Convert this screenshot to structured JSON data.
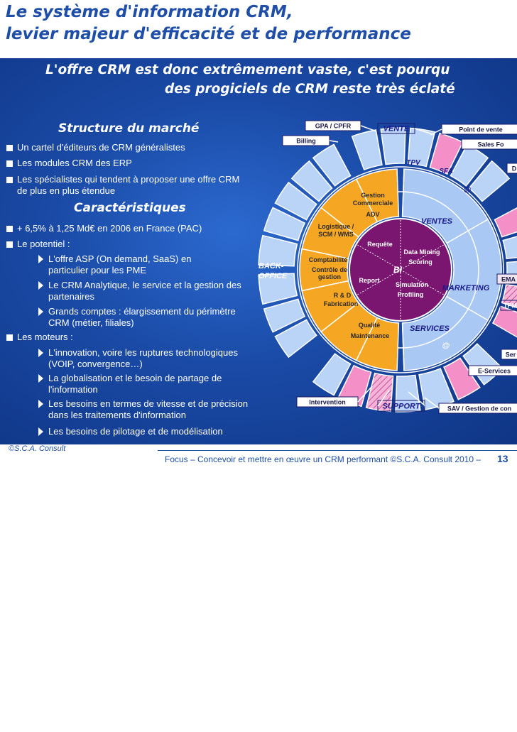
{
  "title": {
    "line1": "Le système d'information CRM,",
    "line2": "levier majeur d'efficacité et de performance"
  },
  "headline": {
    "line1": "L'offre CRM est donc extrêmement vaste, c'est pourqu",
    "line2": "des progiciels de CRM reste très éclaté"
  },
  "structure": {
    "heading": "Structure du marché",
    "items": [
      "Un cartel d'éditeurs de CRM généralistes",
      "Les modules CRM des ERP",
      "Les spécialistes qui tendent à proposer une offre CRM de plus en plus étendue"
    ]
  },
  "characteristics": {
    "heading": "Caractéristiques",
    "item1": "+ 6,5% à 1,25 Md€ en 2006 en France (PAC)",
    "item2": "Le potentiel :",
    "potential": [
      "L'offre ASP (On demand, SaaS) en particulier pour les PME",
      "Le CRM Analytique, le service et la gestion des partenaires",
      "Grands comptes : élargissement du périmètre CRM (métier, filiales)"
    ],
    "item3": "Les moteurs :",
    "drivers": [
      "L'innovation, voire les ruptures technologiques (VOIP, convergence…)",
      "La globalisation et le besoin de partage de l'information",
      "Les besoins en termes de vitesse et de précision dans les traitements d'information",
      "Les besoins de pilotage et de modélisation"
    ]
  },
  "diagram": {
    "boxes": {
      "gpa": "GPA / CPFR",
      "billing": "Billing",
      "vente": "VENTE",
      "point_vente": "Point de vente",
      "sales_force": "Sales Fo",
      "support": "SUPPORT",
      "intervention": "Intervention",
      "sav": "SAV / Gestion de con",
      "e_services": "E-Services",
      "services_box": "Ser",
      "d_box": "D",
      "ema": "EMA",
      "tpm": "TPM"
    },
    "back_office": {
      "line1": "BACK-",
      "line2": "OFFICE"
    },
    "ring": {
      "tpv": "TPV",
      "sfa": "SFA",
      "at_top": "@",
      "at_bottom": "@",
      "ventes": "VENTES",
      "marketing": "MARKETING",
      "services": "SERVICES"
    },
    "back_sectors": {
      "gestion_commerciale": {
        "line1": "Gestion",
        "line2": "Commerciale"
      },
      "adv": "ADV",
      "logistique": {
        "line1": "Logistique /",
        "line2": "SCM / WMS"
      },
      "comptabilite": "Comptabilité",
      "controle": {
        "line1": "Contrôle de",
        "line2": "gestion"
      },
      "rd": "R & D",
      "fabrication": "Fabrication",
      "qualite": "Qualité",
      "maintenance": "Maintenance"
    },
    "core": {
      "requete": "Requête",
      "data_mining": "Data Mining",
      "scoring": "Scoring",
      "bi": "BI",
      "report": "Report",
      "simulation": "Simulation",
      "profiling": "Profiling"
    }
  },
  "footer": {
    "brand": "©S.C.A. Consult",
    "text": "Focus – Concevoir et mettre en œuvre un CRM performant   ©S.C.A. Consult 2010 –",
    "page": "13"
  },
  "colors": {
    "title_blue": "#1f4ea8",
    "panel_blue": "#1a4aa6",
    "orange": "#f5a623",
    "purple": "#7a1670",
    "light_blue": "#b9d4f6",
    "pink": "#f48fc8"
  }
}
